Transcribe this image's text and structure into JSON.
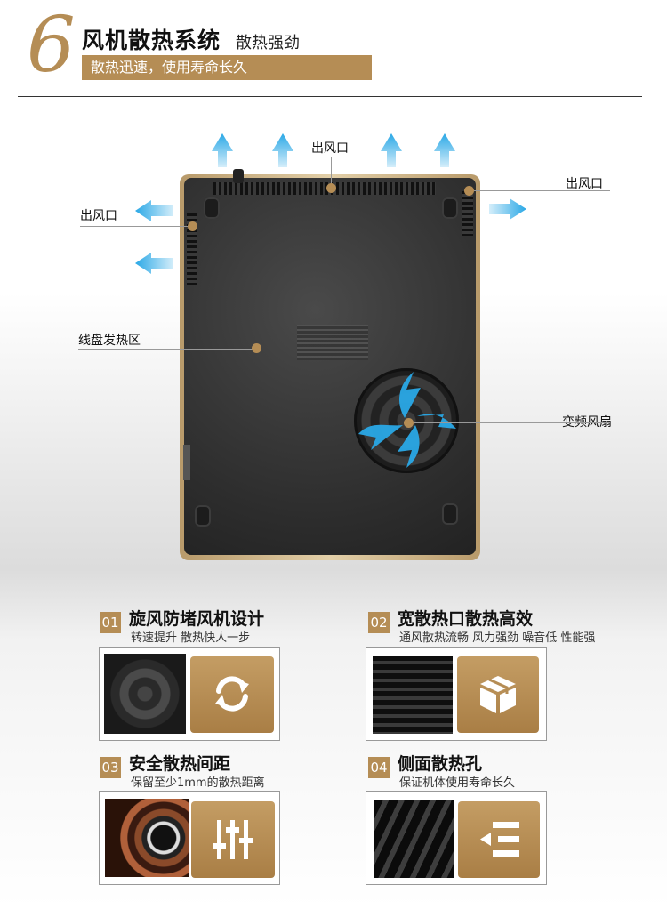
{
  "header": {
    "number": "6",
    "title": "风机散热系统",
    "subtitle": "散热强劲",
    "banner": "散热迅速，使用寿命长久"
  },
  "product_labels": {
    "outlet_top": "出风口",
    "outlet_right": "出风口",
    "outlet_left": "出风口",
    "coil_zone": "线盘发热区",
    "fan": "变频风扇"
  },
  "features": [
    {
      "num": "01",
      "title": "旋风防堵风机设计",
      "desc": "转速提升 散热快人一步",
      "icon": "refresh-icon"
    },
    {
      "num": "02",
      "title": "宽散热口散热高效",
      "desc": "通风散热流畅 风力强劲 噪音低 性能强",
      "icon": "box-icon"
    },
    {
      "num": "03",
      "title": "安全散热间距",
      "desc": "保留至少1mm的散热距离",
      "icon": "equalizer-icon"
    },
    {
      "num": "04",
      "title": "侧面散热孔",
      "desc": "保证机体使用寿命长久",
      "icon": "menu-collapse-icon"
    }
  ],
  "colors": {
    "accent": "#b58d55",
    "arrow": "#2aa8e6"
  }
}
